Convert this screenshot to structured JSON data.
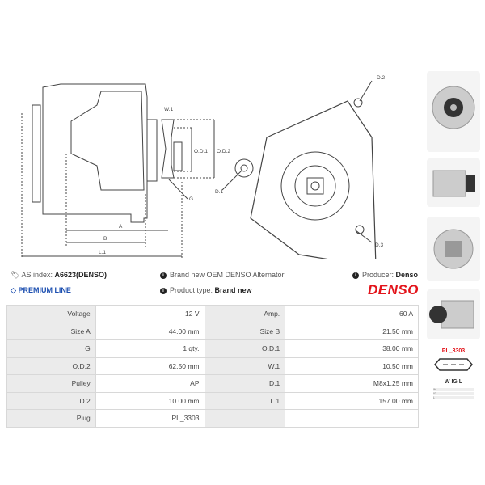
{
  "diagram": {
    "labels": {
      "w1": "W.1",
      "od1": "O.D.1",
      "od2": "O.D.2",
      "g": "G",
      "a": "A",
      "b": "B",
      "l1": "L.1",
      "d1": "D.1",
      "d2": "D.2",
      "d3": "D.3"
    }
  },
  "info": {
    "as_index_label": "AS index:",
    "as_index_value": "A6623(DENSO)",
    "description": "Brand new OEM DENSO Alternator",
    "producer_label": "Producer:",
    "producer_value": "Denso",
    "premium": "PREMIUM LINE",
    "product_type_label": "Product type:",
    "product_type_value": "Brand new",
    "brand_logo": "DENSO"
  },
  "specs": [
    [
      "Voltage",
      "12 V",
      "Amp.",
      "60 A"
    ],
    [
      "Size A",
      "44.00 mm",
      "Size B",
      "21.50 mm"
    ],
    [
      "G",
      "1 qty.",
      "O.D.1",
      "38.00 mm"
    ],
    [
      "O.D.2",
      "62.50 mm",
      "W.1",
      "10.50 mm"
    ],
    [
      "Pulley",
      "AP",
      "D.1",
      "M8x1.25 mm"
    ],
    [
      "D.2",
      "10.00 mm",
      "L.1",
      "157.00 mm"
    ],
    [
      "Plug",
      "PL_3303",
      "",
      ""
    ]
  ],
  "plug": {
    "name": "PL_3303",
    "pins": "W IG L",
    "legend": [
      "W",
      "IG",
      "L"
    ]
  },
  "colors": {
    "brand": "#e3141b",
    "premium": "#1c4fb0"
  }
}
